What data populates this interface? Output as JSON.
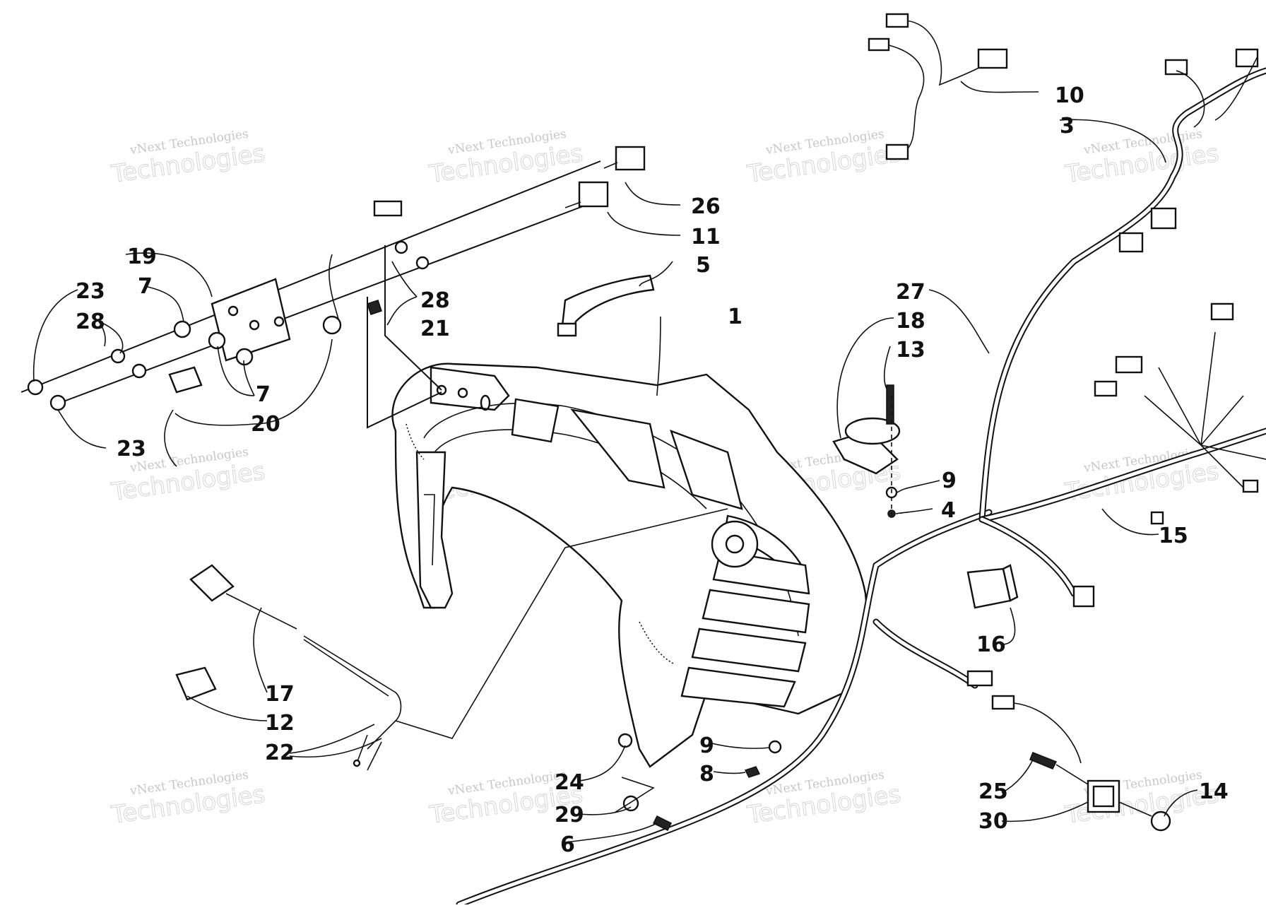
{
  "watermark": {
    "line1": "vNext Technologies",
    "line2": "Technologies",
    "tiles": [
      {
        "col": 0,
        "row": 0
      },
      {
        "col": 1,
        "row": 0
      },
      {
        "col": 2,
        "row": 0
      },
      {
        "col": 3,
        "row": 0
      },
      {
        "col": 0,
        "row": 1
      },
      {
        "col": 1,
        "row": 1
      },
      {
        "col": 2,
        "row": 1
      },
      {
        "col": 3,
        "row": 1
      },
      {
        "col": 0,
        "row": 2
      },
      {
        "col": 1,
        "row": 2
      },
      {
        "col": 2,
        "row": 2
      },
      {
        "col": 3,
        "row": 2
      }
    ]
  },
  "callouts": {
    "c1": "1",
    "c3": "3",
    "c4": "4",
    "c5": "5",
    "c6": "6",
    "c7a": "7",
    "c7b": "7",
    "c8": "8",
    "c9a": "9",
    "c9b": "9",
    "c10": "10",
    "c11": "11",
    "c12": "12",
    "c13": "13",
    "c14": "14",
    "c15": "15",
    "c16": "16",
    "c17": "17",
    "c18": "18",
    "c19": "19",
    "c20": "20",
    "c21": "21",
    "c22": "22",
    "c23a": "23",
    "c23b": "23",
    "c24": "24",
    "c25": "25",
    "c26": "26",
    "c27": "27",
    "c28a": "28",
    "c28b": "28",
    "c29": "29",
    "c30": "30"
  },
  "colors": {
    "line": "#111111",
    "background": "#ffffff",
    "watermark": "#9a9a9a"
  }
}
